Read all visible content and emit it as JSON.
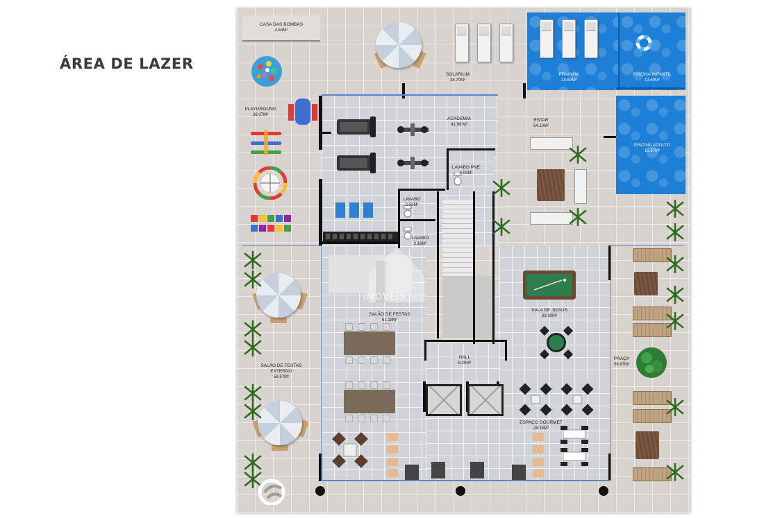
{
  "page_title": "ÁREA DE LAZER",
  "rooms": {
    "casa_bombas": {
      "name": "CASA DAS BOMBAS",
      "area": "4.64M²"
    },
    "solarium": {
      "name": "SOLARIUM",
      "area": "38.70M²"
    },
    "prainha": {
      "name": "PRAINHA",
      "area": "18.60M²"
    },
    "piscina_infantil": {
      "name": "PISCINA INFANTIL",
      "area": "13.69M²"
    },
    "playground": {
      "name": "PLAYGROUND",
      "area": "38.37M²"
    },
    "academia": {
      "name": "ACADEMIA",
      "area": "41.98 M²"
    },
    "estar": {
      "name": "ESTAR",
      "area": "54.10M²"
    },
    "piscina_adulto": {
      "name": "PISCINA ADULTO",
      "area": "15.57M²"
    },
    "lavabo_pne": {
      "name": "LAVABO PNE",
      "area": "4.00M²"
    },
    "lavabo_1": {
      "name": "LAVABO",
      "area": "2.03M²"
    },
    "lavabo_2": {
      "name": "LAVABO",
      "area": "2.16M²"
    },
    "salao_festas": {
      "name": "SALÃO DE FESTAS",
      "area": "61.18M²"
    },
    "sala_jogos": {
      "name": "SALA DE JOGOS",
      "area": "33.30M²"
    },
    "salao_externo": {
      "name": "SALÃO DE FESTAS",
      "name2": "EXTERNO",
      "area": "58.67M²"
    },
    "hall": {
      "name": "HALL",
      "area": "6.29M²"
    },
    "praca": {
      "name": "PRAÇA",
      "area": "58.67M²"
    },
    "espaco_gourmet": {
      "name": "ESPAÇO GOURMET",
      "area": "28.33M²"
    }
  },
  "watermark": {
    "text": "IMÓVEIS"
  },
  "colors": {
    "pool": "#1d7fd6",
    "wall": "#111111",
    "floor": "#cfd2d6",
    "paving": "#d8d3ce"
  },
  "icons": [
    "umbrella-icon",
    "palm-icon",
    "lounger-icon",
    "treadmill-icon",
    "pool-table-icon",
    "logo-icon"
  ]
}
